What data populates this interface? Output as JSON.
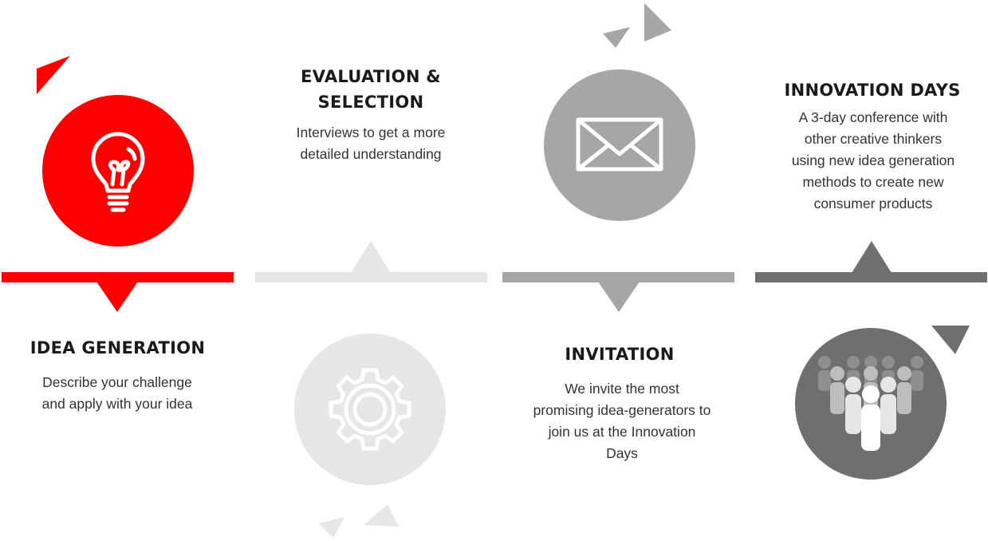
{
  "steps": [
    {
      "title": "IDEA GENERATION",
      "description": "Describe your challenge and apply with your idea",
      "icon": "lightbulb-icon",
      "color": "#ff0000"
    },
    {
      "title": "EVALUATION & SELECTION",
      "description": "Interviews to get a more detailed understanding",
      "icon": "gear-icon",
      "color": "#e6e6e6"
    },
    {
      "title": "INVITATION",
      "description": "We invite the most promising idea-generators to join us at the Innovation Days",
      "icon": "envelope-icon",
      "color": "#a6a6a6"
    },
    {
      "title": "INNOVATION DAYS",
      "description": "A 3-day conference with other creative thinkers using new idea generation methods to create new consumer products",
      "icon": "people-group-icon",
      "color": "#6f6f6f"
    }
  ]
}
